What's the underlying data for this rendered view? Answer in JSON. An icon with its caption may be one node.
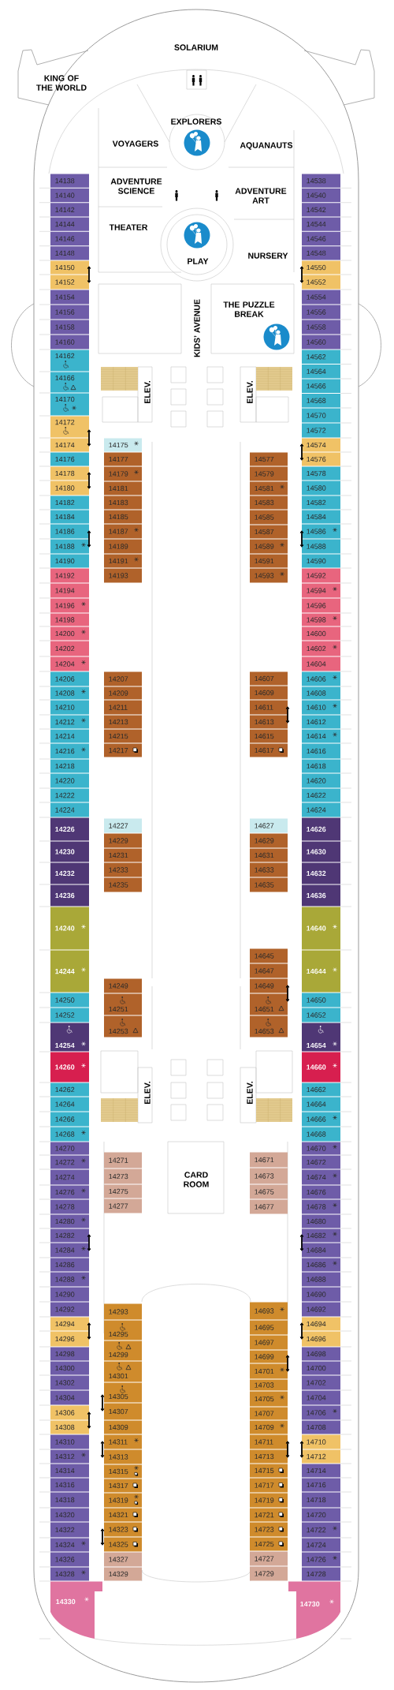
{
  "diagram": {
    "nodes": [
      {
        "text": [
          "14138"
        ]
      },
      {
        "text": [
          "14140"
        ]
      },
      {
        "text": [
          "14142"
        ]
      },
      {
        "text": [
          "14144"
        ]
      },
      {
        "text": [
          "14146"
        ]
      },
      {
        "text": [
          "14148"
        ]
      },
      {
        "text": [
          "14150"
        ]
      },
      {
        "text": [
          "14152"
        ]
      },
      {
        "text": [
          "14154"
        ]
      },
      {
        "text": [
          "14156"
        ]
      },
      {
        "text": [
          "14158"
        ]
      },
      {
        "text": [
          "14160"
        ]
      },
      {
        "text": [
          "14162"
        ]
      },
      {
        "text": [
          "14166"
        ]
      },
      {
        "text": [
          "14170"
        ]
      },
      {
        "text": [
          "14172"
        ]
      },
      {
        "text": [
          "14174"
        ]
      },
      {
        "text": [
          "14176"
        ]
      },
      {
        "text": [
          "14178"
        ]
      },
      {
        "text": [
          "14180"
        ]
      },
      {
        "text": [
          "14182"
        ]
      },
      {
        "text": [
          "14184"
        ]
      },
      {
        "text": [
          "14186"
        ]
      },
      {
        "text": [
          "14188"
        ]
      },
      {
        "text": [
          "14190"
        ]
      },
      {
        "text": [
          "14192"
        ]
      },
      {
        "text": [
          "14194"
        ]
      },
      {
        "text": [
          "14196"
        ]
      },
      {
        "text": [
          "14198"
        ]
      },
      {
        "text": [
          "14200"
        ]
      },
      {
        "text": [
          "14202"
        ]
      },
      {
        "text": [
          "14204"
        ]
      },
      {
        "text": [
          "14206"
        ]
      },
      {
        "text": [
          "14208"
        ]
      },
      {
        "text": [
          "14210"
        ]
      },
      {
        "text": [
          "14212"
        ]
      },
      {
        "text": [
          "14214"
        ]
      },
      {
        "text": [
          "14216"
        ]
      },
      {
        "text": [
          "14218"
        ]
      },
      {
        "text": [
          "14220"
        ]
      },
      {
        "text": [
          "14222"
        ]
      },
      {
        "text": [
          "14224"
        ]
      },
      {
        "text": [
          "14226"
        ]
      },
      {
        "text": [
          "14230"
        ]
      },
      {
        "text": [
          "14232"
        ]
      },
      {
        "text": [
          "14236"
        ]
      },
      {
        "text": [
          "14240"
        ]
      },
      {
        "text": [
          "14244"
        ]
      },
      {
        "text": [
          "14250"
        ]
      },
      {
        "text": [
          "14252"
        ]
      },
      {
        "text": [
          "14254"
        ]
      },
      {
        "text": [
          "14260"
        ]
      },
      {
        "text": [
          "14262"
        ]
      },
      {
        "text": [
          "14264"
        ]
      },
      {
        "text": [
          "14266"
        ]
      },
      {
        "text": [
          "14268"
        ]
      },
      {
        "text": [
          "14270"
        ]
      },
      {
        "text": [
          "14272"
        ]
      },
      {
        "text": [
          "14274"
        ]
      },
      {
        "text": [
          "14276"
        ]
      },
      {
        "text": [
          "14278"
        ]
      },
      {
        "text": [
          "14280"
        ]
      },
      {
        "text": [
          "14282"
        ]
      },
      {
        "text": [
          "14284"
        ]
      },
      {
        "text": [
          "14286"
        ]
      },
      {
        "text": [
          "14288"
        ]
      },
      {
        "text": [
          "14290"
        ]
      },
      {
        "text": [
          "14292"
        ]
      },
      {
        "text": [
          "14294"
        ]
      },
      {
        "text": [
          "14296"
        ]
      },
      {
        "text": [
          "14298"
        ]
      },
      {
        "text": [
          "14300"
        ]
      },
      {
        "text": [
          "14302"
        ]
      },
      {
        "text": [
          "14304"
        ]
      },
      {
        "text": [
          "14306"
        ]
      },
      {
        "text": [
          "14308"
        ]
      },
      {
        "text": [
          "14310"
        ]
      },
      {
        "text": [
          "14312"
        ]
      },
      {
        "text": [
          "14314"
        ]
      },
      {
        "text": [
          "14316"
        ]
      },
      {
        "text": [
          "14318"
        ]
      },
      {
        "text": [
          "14320"
        ]
      },
      {
        "text": [
          "14322"
        ]
      },
      {
        "text": [
          "14324"
        ]
      },
      {
        "text": [
          "14326"
        ]
      },
      {
        "text": [
          "14328"
        ]
      },
      {
        "text": [
          "14330"
        ]
      },
      {
        "text": [
          "14175"
        ]
      },
      {
        "text": [
          "14177"
        ]
      },
      {
        "text": [
          "14179"
        ]
      },
      {
        "text": [
          "14181"
        ]
      },
      {
        "text": [
          "14183"
        ]
      },
      {
        "text": [
          "14185"
        ]
      },
      {
        "text": [
          "14187"
        ]
      },
      {
        "text": [
          "14189"
        ]
      },
      {
        "text": [
          "14191"
        ]
      },
      {
        "text": [
          "14193"
        ]
      },
      {
        "text": [
          "14207"
        ]
      },
      {
        "text": [
          "14209"
        ]
      },
      {
        "text": [
          "14211"
        ]
      },
      {
        "text": [
          "14213"
        ]
      },
      {
        "text": [
          "14215"
        ]
      },
      {
        "text": [
          "14217"
        ]
      },
      {
        "text": [
          "14227"
        ]
      },
      {
        "text": [
          "14229"
        ]
      },
      {
        "text": [
          "14231"
        ]
      },
      {
        "text": [
          "14233"
        ]
      },
      {
        "text": [
          "14235"
        ]
      },
      {
        "text": [
          "14249"
        ]
      },
      {
        "text": [
          "14251"
        ]
      },
      {
        "text": [
          "14253"
        ]
      },
      {
        "text": [
          "14271"
        ]
      },
      {
        "text": [
          "14273"
        ]
      },
      {
        "text": [
          "14275"
        ]
      },
      {
        "text": [
          "14277"
        ]
      },
      {
        "text": [
          "14293"
        ]
      },
      {
        "text": [
          "14295"
        ]
      },
      {
        "text": [
          "14299"
        ]
      },
      {
        "text": [
          "14301"
        ]
      },
      {
        "text": [
          "14305"
        ]
      },
      {
        "text": [
          "14307"
        ]
      },
      {
        "text": [
          "14309"
        ]
      },
      {
        "text": [
          "14311"
        ]
      },
      {
        "text": [
          "14313"
        ]
      },
      {
        "text": [
          "14315"
        ]
      },
      {
        "text": [
          "14317"
        ]
      },
      {
        "text": [
          "14319"
        ]
      },
      {
        "text": [
          "14321"
        ]
      },
      {
        "text": [
          "14323"
        ]
      },
      {
        "text": [
          "14325"
        ]
      },
      {
        "text": [
          "14327"
        ]
      },
      {
        "text": [
          "14329"
        ]
      },
      {
        "text": [
          "14577"
        ]
      },
      {
        "text": [
          "14579"
        ]
      },
      {
        "text": [
          "14581"
        ]
      },
      {
        "text": [
          "14583"
        ]
      },
      {
        "text": [
          "14585"
        ]
      },
      {
        "text": [
          "14587"
        ]
      },
      {
        "text": [
          "14589"
        ]
      },
      {
        "text": [
          "14591"
        ]
      },
      {
        "text": [
          "14593"
        ]
      },
      {
        "text": [
          "14607"
        ]
      },
      {
        "text": [
          "14609"
        ]
      },
      {
        "text": [
          "14611"
        ]
      },
      {
        "text": [
          "14613"
        ]
      },
      {
        "text": [
          "14615"
        ]
      },
      {
        "text": [
          "14617"
        ]
      },
      {
        "text": [
          "14627"
        ]
      },
      {
        "text": [
          "14629"
        ]
      },
      {
        "text": [
          "14631"
        ]
      },
      {
        "text": [
          "14633"
        ]
      },
      {
        "text": [
          "14635"
        ]
      },
      {
        "text": [
          "14645"
        ]
      },
      {
        "text": [
          "14647"
        ]
      },
      {
        "text": [
          "14649"
        ]
      },
      {
        "text": [
          "14651"
        ]
      },
      {
        "text": [
          "14653"
        ]
      },
      {
        "text": [
          "14671"
        ]
      },
      {
        "text": [
          "14673"
        ]
      },
      {
        "text": [
          "14675"
        ]
      },
      {
        "text": [
          "14677"
        ]
      },
      {
        "text": [
          "14693"
        ]
      },
      {
        "text": [
          "14695"
        ]
      },
      {
        "text": [
          "14697"
        ]
      },
      {
        "text": [
          "14699"
        ]
      },
      {
        "text": [
          "14701"
        ]
      },
      {
        "text": [
          "14703"
        ]
      },
      {
        "text": [
          "14705"
        ]
      },
      {
        "text": [
          "14707"
        ]
      },
      {
        "text": [
          "14709"
        ]
      },
      {
        "text": [
          "14711"
        ]
      },
      {
        "text": [
          "14713"
        ]
      },
      {
        "text": [
          "14715"
        ]
      },
      {
        "text": [
          "14717"
        ]
      },
      {
        "text": [
          "14719"
        ]
      },
      {
        "text": [
          "14721"
        ]
      },
      {
        "text": [
          "14723"
        ]
      },
      {
        "text": [
          "14725"
        ]
      },
      {
        "text": [
          "14727"
        ]
      },
      {
        "text": [
          "14729"
        ]
      },
      {
        "text": [
          "14538"
        ]
      },
      {
        "text": [
          "14540"
        ]
      },
      {
        "text": [
          "14542"
        ]
      },
      {
        "text": [
          "14544"
        ]
      },
      {
        "text": [
          "14546"
        ]
      },
      {
        "text": [
          "14548"
        ]
      },
      {
        "text": [
          "14550"
        ]
      },
      {
        "text": [
          "14552"
        ]
      },
      {
        "text": [
          "14554"
        ]
      },
      {
        "text": [
          "14556"
        ]
      },
      {
        "text": [
          "14558"
        ]
      },
      {
        "text": [
          "14560"
        ]
      },
      {
        "text": [
          "14562"
        ]
      },
      {
        "text": [
          "14564"
        ]
      },
      {
        "text": [
          "14566"
        ]
      },
      {
        "text": [
          "14568"
        ]
      },
      {
        "text": [
          "14570"
        ]
      },
      {
        "text": [
          "14572"
        ]
      },
      {
        "text": [
          "14574"
        ]
      },
      {
        "text": [
          "14576"
        ]
      },
      {
        "text": [
          "14578"
        ]
      },
      {
        "text": [
          "14580"
        ]
      },
      {
        "text": [
          "14582"
        ]
      },
      {
        "text": [
          "14584"
        ]
      },
      {
        "text": [
          "14586"
        ]
      },
      {
        "text": [
          "14588"
        ]
      },
      {
        "text": [
          "14590"
        ]
      },
      {
        "text": [
          "14592"
        ]
      },
      {
        "text": [
          "14594"
        ]
      },
      {
        "text": [
          "14596"
        ]
      },
      {
        "text": [
          "14598"
        ]
      },
      {
        "text": [
          "14600"
        ]
      },
      {
        "text": [
          "14602"
        ]
      },
      {
        "text": [
          "14604"
        ]
      },
      {
        "text": [
          "14606"
        ]
      },
      {
        "text": [
          "14608"
        ]
      },
      {
        "text": [
          "14610"
        ]
      },
      {
        "text": [
          "14612"
        ]
      },
      {
        "text": [
          "14614"
        ]
      },
      {
        "text": [
          "14616"
        ]
      },
      {
        "text": [
          "14618"
        ]
      },
      {
        "text": [
          "14620"
        ]
      },
      {
        "text": [
          "14622"
        ]
      },
      {
        "text": [
          "14624"
        ]
      },
      {
        "text": [
          "14626"
        ]
      },
      {
        "text": [
          "14630"
        ]
      },
      {
        "text": [
          "14632"
        ]
      },
      {
        "text": [
          "14636"
        ]
      },
      {
        "text": [
          "14640"
        ]
      },
      {
        "text": [
          "14644"
        ]
      },
      {
        "text": [
          "14650"
        ]
      },
      {
        "text": [
          "14652"
        ]
      },
      {
        "text": [
          "14654"
        ]
      },
      {
        "text": [
          "14660"
        ]
      },
      {
        "text": [
          "14662"
        ]
      },
      {
        "text": [
          "14664"
        ]
      },
      {
        "text": [
          "14666"
        ]
      },
      {
        "text": [
          "14668"
        ]
      },
      {
        "text": [
          "14670"
        ]
      },
      {
        "text": [
          "14672"
        ]
      },
      {
        "text": [
          "14674"
        ]
      },
      {
        "text": [
          "14676"
        ]
      },
      {
        "text": [
          "14678"
        ]
      },
      {
        "text": [
          "14680"
        ]
      },
      {
        "text": [
          "14682"
        ]
      },
      {
        "text": [
          "14684"
        ]
      },
      {
        "text": [
          "14686"
        ]
      },
      {
        "text": [
          "14688"
        ]
      },
      {
        "text": [
          "14690"
        ]
      },
      {
        "text": [
          "14692"
        ]
      },
      {
        "text": [
          "14694"
        ]
      },
      {
        "text": [
          "14696"
        ]
      },
      {
        "text": [
          "14698"
        ]
      },
      {
        "text": [
          "14700"
        ]
      },
      {
        "text": [
          "14702"
        ]
      },
      {
        "text": [
          "14704"
        ]
      },
      {
        "text": [
          "14706"
        ]
      },
      {
        "text": [
          "14708"
        ]
      },
      {
        "text": [
          "14710"
        ]
      },
      {
        "text": [
          "14712"
        ]
      },
      {
        "text": [
          "14714"
        ]
      },
      {
        "text": [
          "14716"
        ]
      },
      {
        "text": [
          "14718"
        ]
      },
      {
        "text": [
          "14720"
        ]
      },
      {
        "text": [
          "14722"
        ]
      },
      {
        "text": [
          "14724"
        ]
      },
      {
        "text": [
          "14726"
        ]
      },
      {
        "text": [
          "14728"
        ]
      },
      {
        "text": [
          "14730"
        ]
      }
    ],
    "labels": [
      "SOLARIUM",
      "KING OF THE WORLD",
      "EXPLORERS",
      "VOYAGERS",
      "AQUANAUTS",
      "ADVENTURE SCIENCE",
      "ADVENTURE ART",
      "THEATER",
      "PLAY",
      "NURSERY",
      "KIDS’ AVENUE",
      "THE PUZZLE BREAK",
      "ELEV.",
      "ELEV.",
      "ELEV.",
      "ELEV.",
      "CARD ROOM"
    ]
  }
}
